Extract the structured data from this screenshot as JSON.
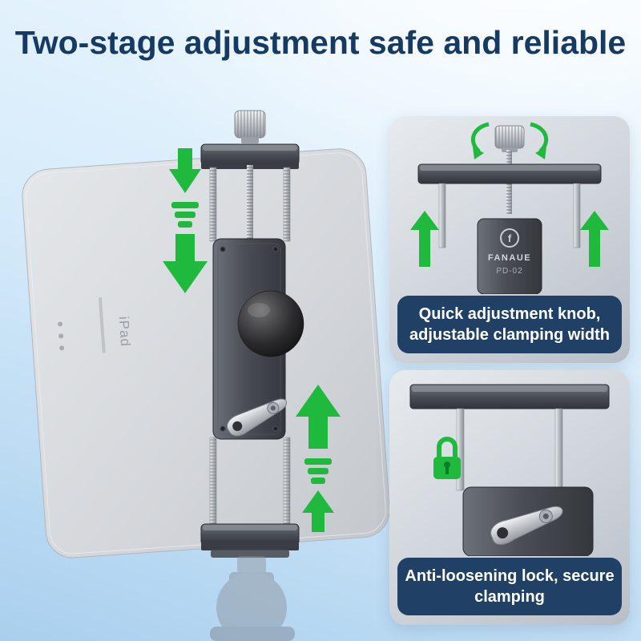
{
  "title": "Two-stage adjustment safe and reliable",
  "colors": {
    "accent_green": "#1fb93d",
    "banner_navy": "#204065",
    "title_navy": "#173a63",
    "metal_dark": "#44484e",
    "silver": "#c3c7cb"
  },
  "product": {
    "brand": "FANAUE",
    "model": "PD-02",
    "tablet_label": "iPad"
  },
  "callouts": [
    {
      "text": "Quick adjustment knob,\nadjustable clamping width"
    },
    {
      "text": "Anti-loosening lock, secure\nclamping"
    }
  ]
}
